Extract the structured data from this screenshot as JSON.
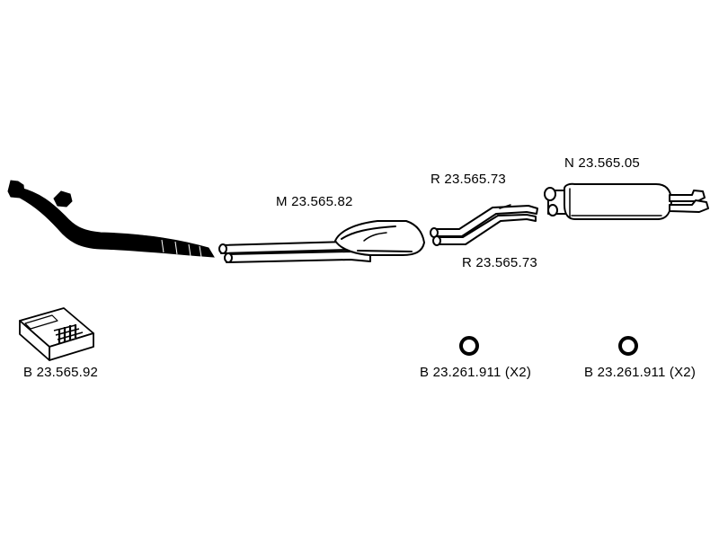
{
  "labels": {
    "downpipe": "",
    "middle_silencer": "M 23.565.82",
    "rear_pipe_upper": "R 23.565.73",
    "rear_pipe_lower": "R 23.565.73",
    "rear_silencer": "N 23.565.05",
    "mounting_kit": "B 23.565.92",
    "ring_center": "B 23.261.911 (X2)",
    "ring_right": "B 23.261.911 (X2)"
  },
  "colors": {
    "line": "#000000",
    "fill": "#ffffff",
    "label": "#000000"
  }
}
